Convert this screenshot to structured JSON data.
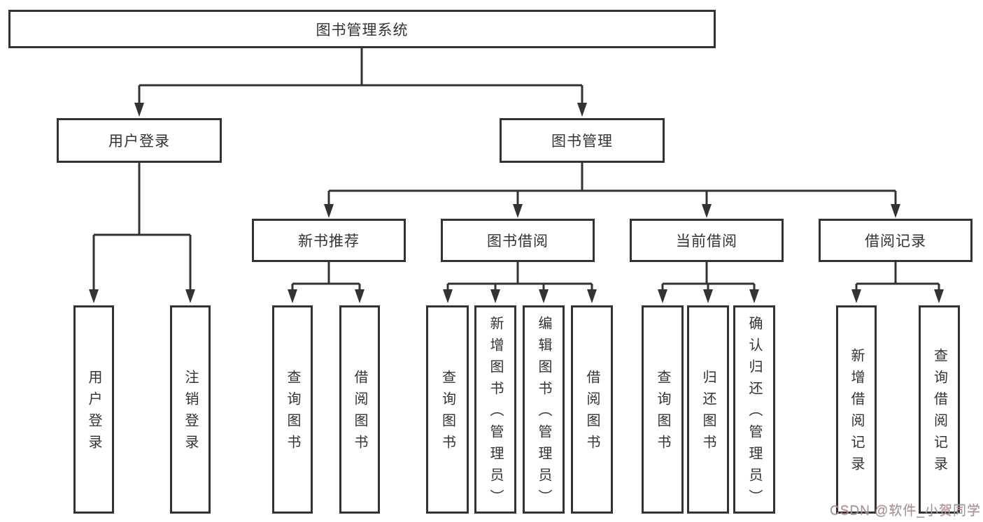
{
  "diagram_title": "图书管理系统",
  "nodes": {
    "root": "图书管理系统",
    "user_login": "用户登录",
    "book_mgmt": "图书管理",
    "new_book_rec": "新书推荐",
    "book_borrow": "图书借阅",
    "current_borrow": "当前借阅",
    "borrow_records": "借阅记录",
    "leaf_user_login": "用户登录",
    "leaf_logout": "注销登录",
    "leaf_query_book_rec": "查询图书",
    "leaf_borrow_book_rec": "借阅图书",
    "leaf_query_book_borrow": "查询图书",
    "leaf_add_book_admin": "新增图书（管理员）",
    "leaf_edit_book_admin": "编辑图书（管理员）",
    "leaf_borrow_book_borrow": "借阅图书",
    "leaf_query_book_current": "查询图书",
    "leaf_return_book": "归还图书",
    "leaf_confirm_return_admin": "确认归还（管理员）",
    "leaf_add_borrow_record": "新增借阅记录",
    "leaf_query_borrow_record": "查询借阅记录"
  },
  "watermark": "CSDN @软件_小贺同学",
  "colors": {
    "line": "#333333",
    "box_border": "#333333",
    "text": "#333333",
    "watermark": "#9a9a9a",
    "background": "#ffffff"
  }
}
